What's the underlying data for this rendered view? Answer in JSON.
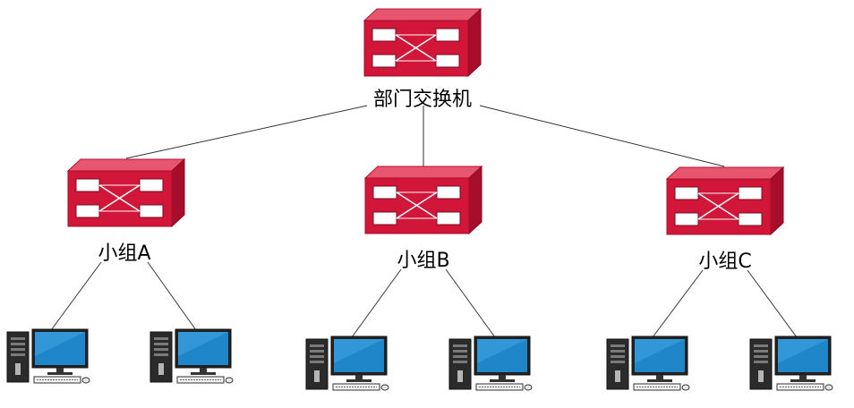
{
  "diagram": {
    "core_switch": {
      "label": "部门交换机",
      "icon": "network-switch-icon"
    },
    "groups": [
      {
        "label": "小组A",
        "icon": "network-switch-icon"
      },
      {
        "label": "小组B",
        "icon": "network-switch-icon"
      },
      {
        "label": "小组C",
        "icon": "network-switch-icon"
      }
    ],
    "computer_icon": "desktop-computer-icon",
    "colors": {
      "switch_front": "#d1163a",
      "switch_top": "#e8556f",
      "switch_side": "#a70e2b",
      "monitor_screen": "#1f86c9",
      "tower": "#2b2b2b",
      "line": "#333333"
    }
  }
}
